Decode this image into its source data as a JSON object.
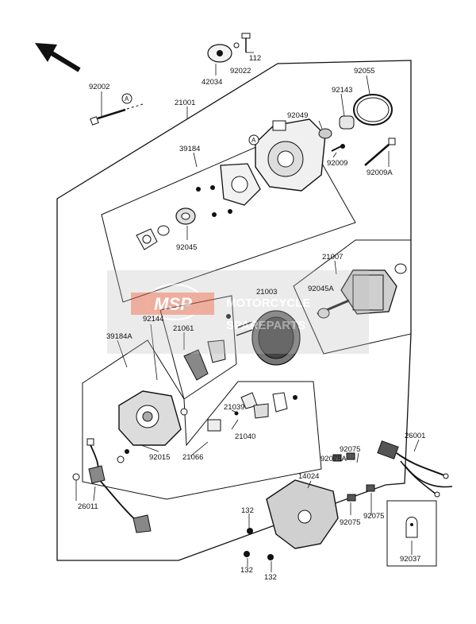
{
  "watermark": {
    "logo_text": "MSP",
    "line1": "MOTORCYCLE",
    "line2": "SPAREPARTS",
    "color": "#e06040"
  },
  "parts": {
    "p92002": "92002",
    "p21001": "21001",
    "p42034": "42034",
    "p92022": "92022",
    "p112": "112",
    "p92055": "92055",
    "p92143": "92143",
    "p92049": "92049",
    "p39184": "39184",
    "p92009": "92009",
    "p92009A": "92009A",
    "p92045": "92045",
    "p21007": "21007",
    "p21003": "21003",
    "p92045A": "92045A",
    "p92144": "92144",
    "p21061": "21061",
    "p39184A": "39184A",
    "p21039": "21039",
    "p21040": "21040",
    "p92015": "92015",
    "p21066": "21066",
    "p92075a": "92075",
    "p92075A": "92075A",
    "p26001": "26001",
    "p14024": "14024",
    "p26011": "26011",
    "p132a": "132",
    "p132b": "132",
    "p132c": "132",
    "p92075b": "92075",
    "p92075c": "92075",
    "p92037": "92037",
    "refA1": "A",
    "refA2": "A"
  }
}
